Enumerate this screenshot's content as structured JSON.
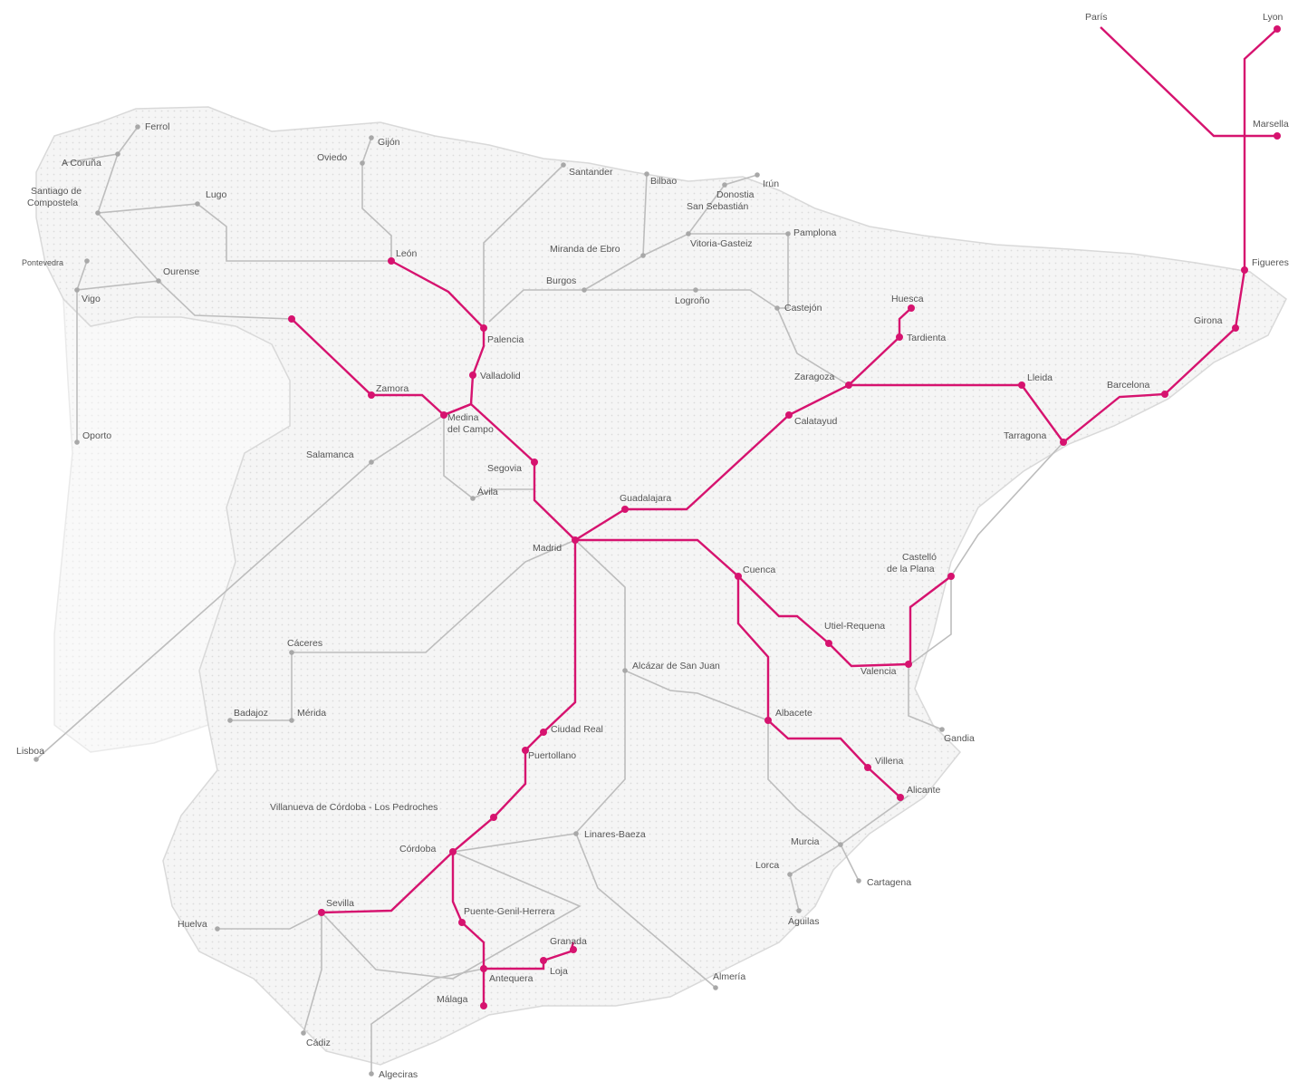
{
  "colors": {
    "high_speed": "#d6136f",
    "conventional": "#bdbdbd",
    "land": "#f3f3f3",
    "text": "#555555"
  },
  "labels": {
    "paris": "París",
    "lyon": "Lyon",
    "marsella": "Marsella",
    "figueres": "Figueres",
    "girona": "Girona",
    "barcelona": "Barcelona",
    "tarragona": "Tarragona",
    "lleida": "Lleida",
    "huesca": "Huesca",
    "tardienta": "Tardienta",
    "zaragoza": "Zaragoza",
    "calatayud": "Calatayud",
    "guadalajara": "Guadalajara",
    "madrid": "Madrid",
    "cuenca": "Cuenca",
    "castello": [
      "Castelló",
      "de la Plana"
    ],
    "utiel": "Utiel-Requena",
    "valencia": "Valencia",
    "gandia": "Gandia",
    "albacete": "Albacete",
    "villena": "Villena",
    "alicante": "Alicante",
    "murcia": "Murcia",
    "cartagena": "Cartagena",
    "lorca": "Lorca",
    "aguilas": "Águilas",
    "almeria": "Almería",
    "linares": "Linares-Baeza",
    "alcazar": "Alcázar de San Juan",
    "ciudad_real": "Ciudad Real",
    "puertollano": "Puertollano",
    "villanueva": "Villanueva de Córdoba - Los Pedroches",
    "cordoba": "Córdoba",
    "sevilla": "Sevilla",
    "huelva": "Huelva",
    "cadiz": "Cádiz",
    "algeciras": "Algeciras",
    "malaga": "Málaga",
    "antequera": "Antequera",
    "loja": "Loja",
    "granada": "Granada",
    "puente_genil": "Puente-Genil-Herrera",
    "caceres": "Cáceres",
    "merida": "Mérida",
    "badajoz": "Badajoz",
    "lisboa": "Lisboa",
    "salamanca": "Salamanca",
    "avila": "Ávila",
    "segovia": "Segovia",
    "medina": [
      "Medina",
      "del Campo"
    ],
    "zamora": "Zamora",
    "valladolid": "Valladolid",
    "palencia": "Palencia",
    "leon": "León",
    "oviedo": "Oviedo",
    "gijon": "Gijón",
    "santander": "Santander",
    "bilbao": "Bilbao",
    "donostia": [
      "Donostia",
      "San Sebastián"
    ],
    "irun": "Irún",
    "vitoria": "Vitoria-Gasteiz",
    "miranda": "Miranda de Ebro",
    "burgos": "Burgos",
    "logrono": "Logroño",
    "pamplona": "Pamplona",
    "castejon": "Castejón",
    "ourense": "Ourense",
    "vigo": "Vigo",
    "pontevedra": "Pontevedra",
    "oporto": "Oporto",
    "santiago": [
      "Santiago de",
      "Compostela"
    ],
    "coruna": "A Coruña",
    "ferrol": "Ferrol",
    "lugo": "Lugo"
  }
}
